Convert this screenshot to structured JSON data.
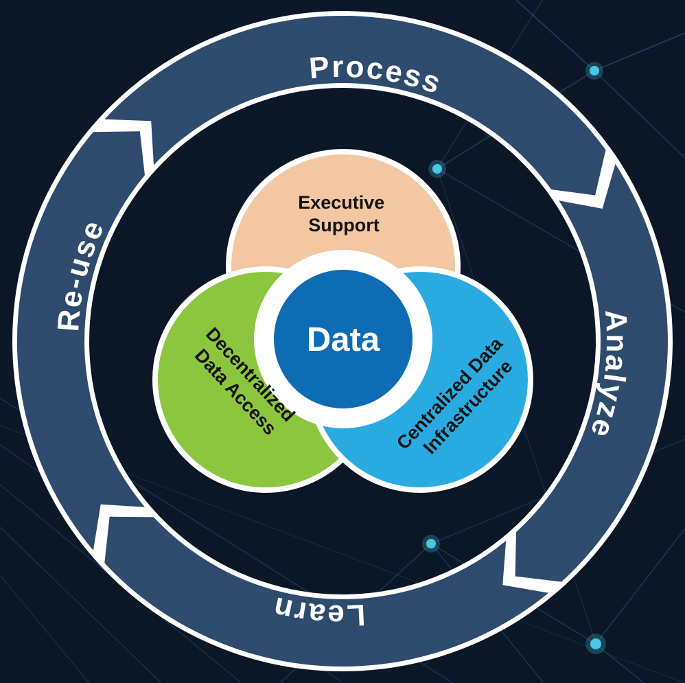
{
  "background": {
    "color": "#0b1626",
    "node_color": "#49c7e5",
    "line_color": "#2a6ca8"
  },
  "cycle": {
    "ring_color": "#2e4a6d",
    "labels": {
      "top": "Process",
      "right": "Analyze",
      "bottom": "Learn",
      "left": "Re-use"
    }
  },
  "venn": {
    "center": {
      "label": "Data",
      "color": "#0e6cb4"
    },
    "petals": [
      {
        "name": "executive-support",
        "color": "#f2c7a2",
        "lines": [
          "Executive",
          "Support"
        ]
      },
      {
        "name": "decentralized-data-access",
        "color": "#8cc63e",
        "lines": [
          "Decentralized",
          "Data Access"
        ]
      },
      {
        "name": "centralized-data-infrastructure",
        "color": "#29abe2",
        "lines": [
          "Centralized Data",
          "Infrastructure"
        ]
      }
    ]
  }
}
